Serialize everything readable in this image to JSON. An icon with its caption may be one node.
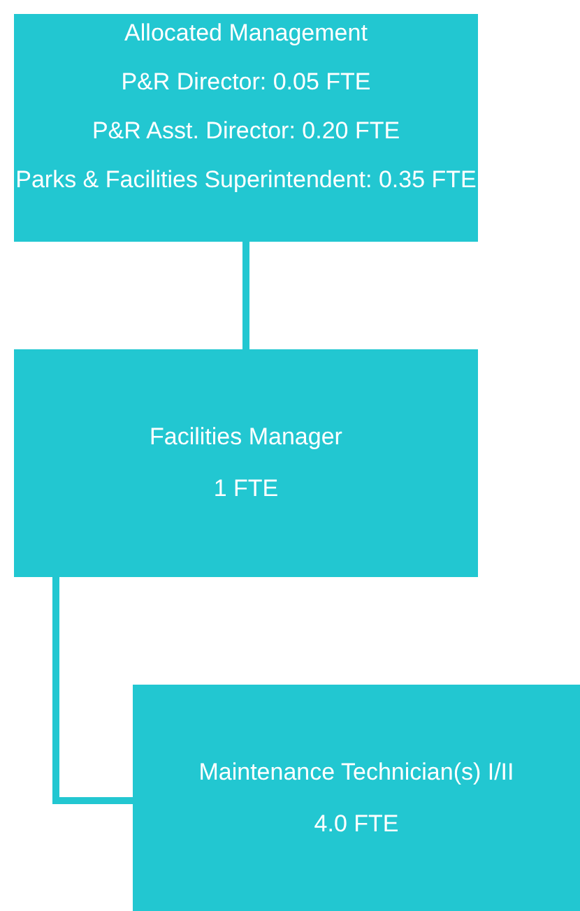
{
  "diagram": {
    "nodes": [
      {
        "text": [
          "Allocated Management",
          "P&R Director: 0.05 FTE",
          "P&R Asst. Director: 0.20 FTE",
          "Parks & Facilities Superintendent: 0.35 FTE"
        ]
      },
      {
        "text": [
          "Facilities Manager",
          "1 FTE"
        ]
      },
      {
        "text": [
          "Maintenance Technician(s) I/II",
          "4.0 FTE"
        ]
      }
    ],
    "edges": [
      {
        "from": 0,
        "to": 1,
        "arrow": "none"
      },
      {
        "from": 1,
        "to": 2,
        "arrow": "none"
      }
    ]
  }
}
